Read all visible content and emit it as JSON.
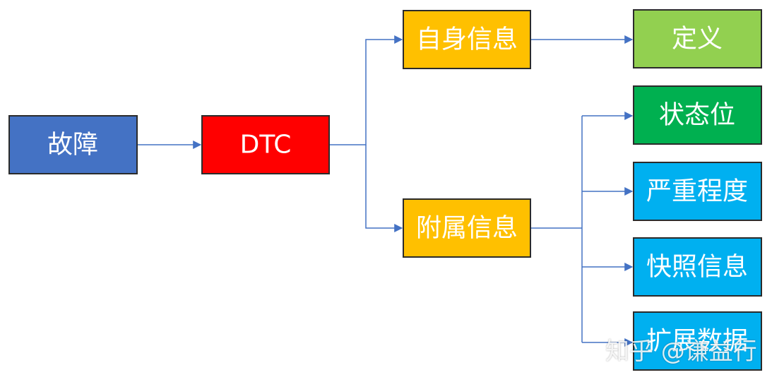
{
  "diagram": {
    "nodes": {
      "fault": {
        "label": "故障",
        "color": "#4472c4"
      },
      "dtc": {
        "label": "DTC",
        "color": "#ff0000"
      },
      "self_info": {
        "label": "自身信息",
        "color": "#ffc000"
      },
      "attached_info": {
        "label": "附属信息",
        "color": "#ffc000"
      },
      "definition": {
        "label": "定义",
        "color": "#92d050"
      },
      "status_bit": {
        "label": "状态位",
        "color": "#00b050"
      },
      "severity": {
        "label": "严重程度",
        "color": "#00b0f0"
      },
      "snapshot_info": {
        "label": "快照信息",
        "color": "#00b0f0"
      },
      "extended_data": {
        "label": "扩展数据",
        "color": "#00b0f0"
      }
    },
    "connector_color": "#4472c4"
  },
  "watermark": {
    "text": "知乎 @谦益行"
  }
}
